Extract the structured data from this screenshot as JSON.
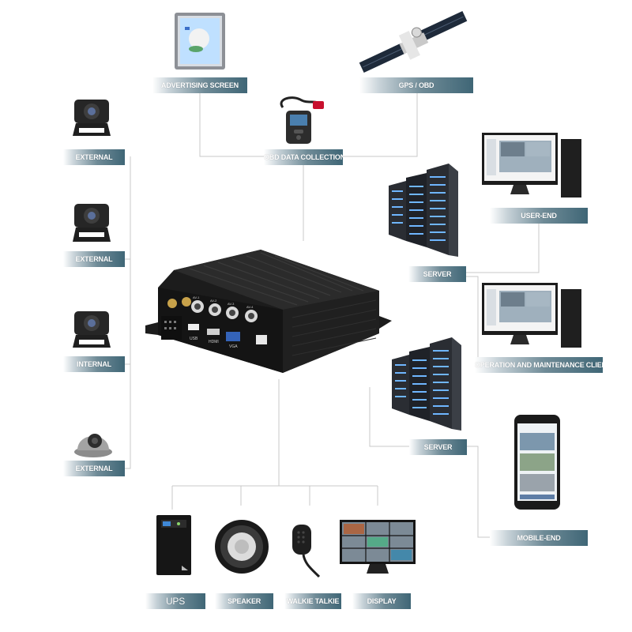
{
  "labels": {
    "advertising_screen": "ADVERTISING SCREEN",
    "gps_obd": "GPS / OBD",
    "obd_data_collection": "OBD DATA COLLECTION",
    "external_1": "EXTERNAL",
    "external_2": "EXTERNAL",
    "internal": "INTERNAL",
    "external_3": "EXTERNAL",
    "user_end": "USER-END",
    "server_1": "SERVER",
    "operation_client": "OPERATION AND MAINTENANCE CLIENT",
    "server_2": "SERVER",
    "mobile_end": "MOBILE-END",
    "ups": "UPS",
    "speaker": "SPEAKER",
    "walkie_talkie": "WALKIE TALKIE",
    "display": "DISPLAY"
  },
  "dvr_ports": {
    "usb": "USB",
    "hdmi": "HDMI",
    "vga": "VGA",
    "av1": "AV-1",
    "av2": "AV-2",
    "av3": "AV-3",
    "av4": "AV-4"
  },
  "colors": {
    "label_dark": "#3f6676",
    "connector_line": "#c8c8c8",
    "device_black": "#1c1c1c",
    "server_glow": "#6fb6ff"
  },
  "icons": [
    "monitor-icon",
    "satellite-icon",
    "obd-scanner-icon",
    "camera-icon",
    "dome-camera-icon",
    "server-rack-icon",
    "computer-icon",
    "smartphone-icon",
    "ups-icon",
    "speaker-icon",
    "walkie-talkie-icon",
    "display-icon",
    "mdvr-device-icon"
  ]
}
